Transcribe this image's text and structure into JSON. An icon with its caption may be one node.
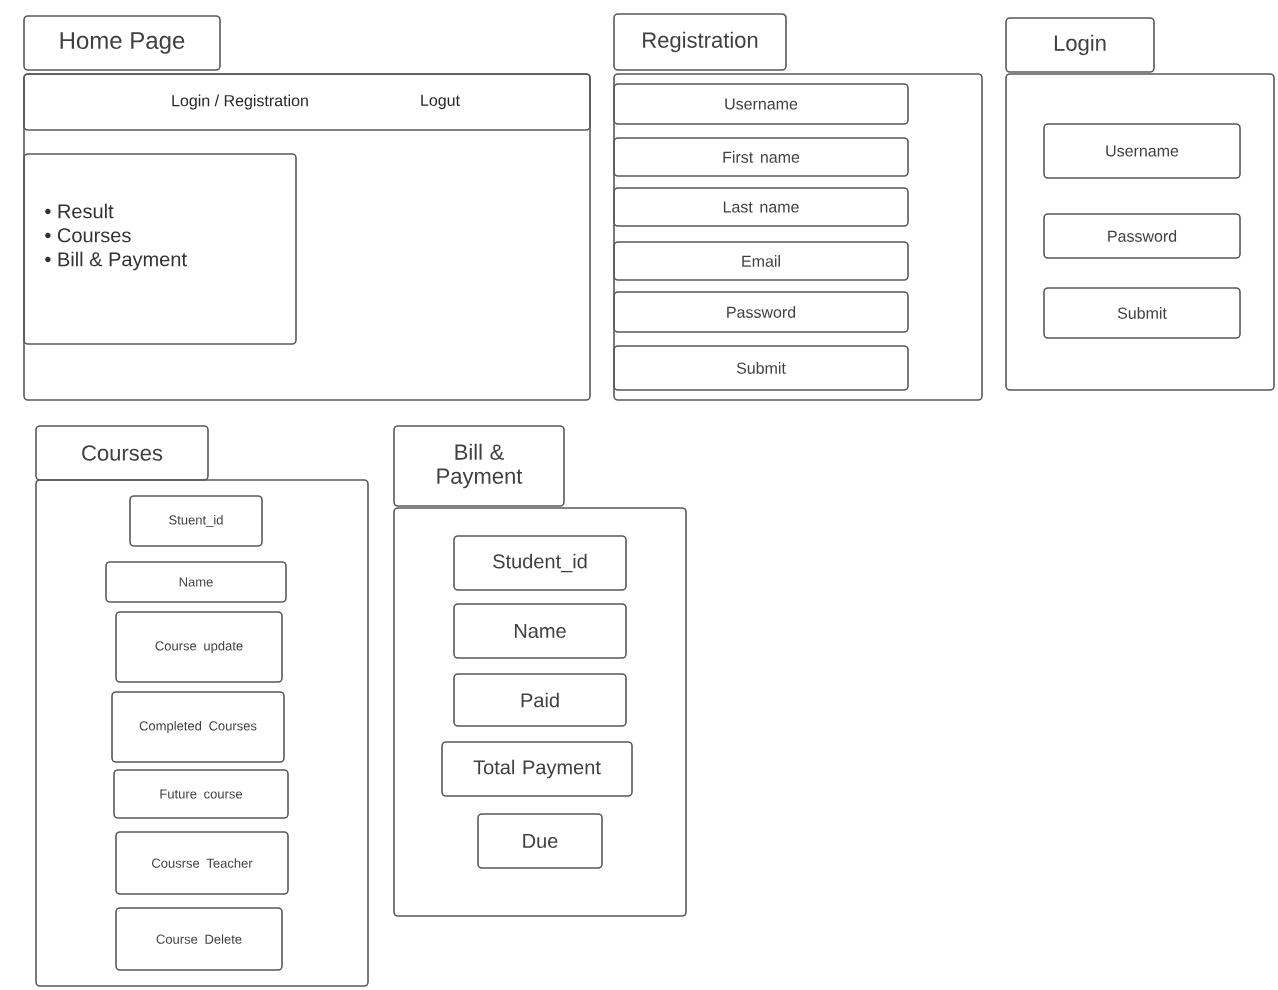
{
  "diagram": {
    "nodes": [
      {
        "text": [
          "Home Page"
        ]
      },
      {
        "text": [],
        "shape": "box"
      },
      {
        "text": [
          "Login / Registration",
          "Logut"
        ],
        "in": 1
      },
      {
        "text": [
          "• Result",
          "• Courses",
          "• Bill & Payment"
        ],
        "in": 1
      },
      {
        "text": [
          "Registration"
        ]
      },
      {
        "text": [],
        "shape": "box"
      },
      {
        "text": [
          "Username"
        ],
        "in": 5
      },
      {
        "text": [
          "First name"
        ],
        "in": 5
      },
      {
        "text": [
          "Last name"
        ],
        "in": 5
      },
      {
        "text": [
          "Email"
        ],
        "in": 5
      },
      {
        "text": [
          "Password"
        ],
        "in": 5
      },
      {
        "text": [
          "Submit"
        ],
        "in": 5
      },
      {
        "text": [
          "Login"
        ]
      },
      {
        "text": [],
        "shape": "box"
      },
      {
        "text": [
          "Username"
        ],
        "in": 13
      },
      {
        "text": [
          "Password"
        ],
        "in": 13
      },
      {
        "text": [
          "Submit"
        ],
        "in": 13
      },
      {
        "text": [
          "Courses"
        ]
      },
      {
        "text": [],
        "shape": "box"
      },
      {
        "text": [
          "Stuent_id"
        ],
        "in": 18
      },
      {
        "text": [
          "Name"
        ],
        "in": 18
      },
      {
        "text": [
          "Course update"
        ],
        "in": 18
      },
      {
        "text": [
          "Completed Courses"
        ],
        "in": 18
      },
      {
        "text": [
          "Future course"
        ],
        "in": 18
      },
      {
        "text": [
          "Cousrse Teacher"
        ],
        "in": 18
      },
      {
        "text": [
          "Course Delete"
        ],
        "in": 18
      },
      {
        "text": [
          "Bill & Payment"
        ]
      },
      {
        "text": [],
        "shape": "box"
      },
      {
        "text": [
          "Student_id"
        ],
        "in": 27
      },
      {
        "text": [
          "Name"
        ],
        "in": 27
      },
      {
        "text": [
          "Paid"
        ],
        "in": 27
      },
      {
        "text": [
          "Total Payment"
        ],
        "in": 27
      },
      {
        "text": [
          "Due"
        ],
        "in": 27
      }
    ]
  }
}
